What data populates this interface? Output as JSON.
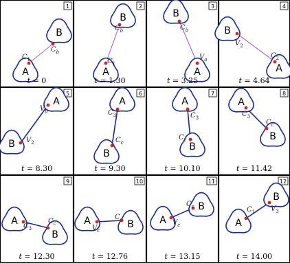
{
  "panels": [
    {
      "number": "1",
      "time": "t = 0",
      "labels": {
        "p1": "C1",
        "p2": "Cb"
      }
    },
    {
      "number": "2",
      "time": "t = 1.30",
      "labels": {
        "p1": "C1",
        "p2": "Cb"
      }
    },
    {
      "number": "3",
      "time": "t = 3.25",
      "labels": {
        "p1": "Va",
        "p2": "Cb"
      }
    },
    {
      "number": "4",
      "time": "t = 4.64",
      "labels": {
        "p1": "C2",
        "p2": "V2"
      }
    },
    {
      "number": "5",
      "time": "t = 8.30",
      "labels": {
        "p1": "Vb",
        "p2": "V2"
      }
    },
    {
      "number": "6",
      "time": "t = 9.30",
      "labels": {
        "p1": "C3",
        "p2": "Cc"
      }
    },
    {
      "number": "7",
      "time": "t = 10.10",
      "labels": {
        "p1": "C3",
        "p2": "Cc"
      }
    },
    {
      "number": "8",
      "time": "t = 11.42",
      "labels": {
        "p1": "C3",
        "p2": "Cc"
      }
    },
    {
      "number": "9",
      "time": "t = 12.30",
      "labels": {
        "p1": "C3",
        "p2": "Cc"
      }
    },
    {
      "number": "10",
      "time": "t = 12.76",
      "labels": {
        "p1": "Vc",
        "p2": "Cc"
      }
    },
    {
      "number": "11",
      "time": "t = 13.15",
      "labels": {
        "p1": "Vc",
        "p2": "Cc"
      }
    },
    {
      "number": "12",
      "time": "t = 14.00",
      "labels": {
        "p1": "C1",
        "p2": "V3"
      }
    }
  ],
  "shape_labels": {
    "a": "A",
    "b": "B"
  },
  "colors": {
    "shape": "#1a2a9c",
    "line_early": "#9a6ad6",
    "line_late": "#1a2a9c",
    "point": "#e0201a",
    "frame": "#000000"
  }
}
